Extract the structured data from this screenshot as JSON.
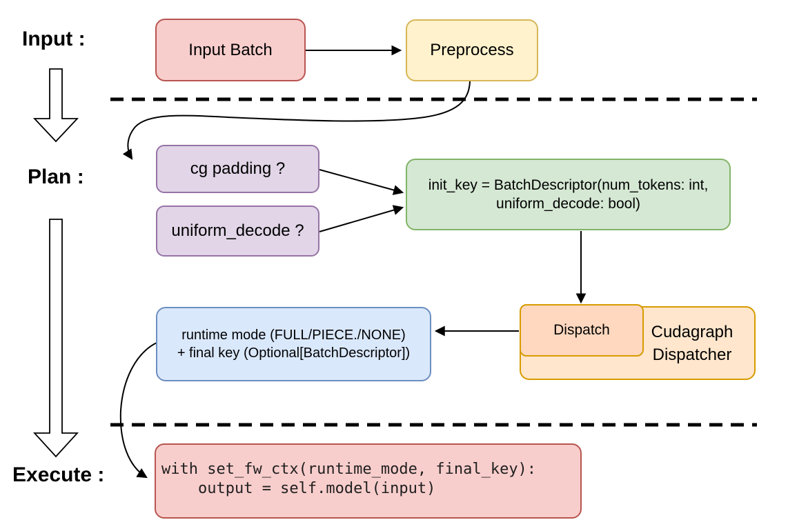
{
  "diagram": {
    "title_hint": "cudagraph dispatch pipeline",
    "stage_labels": {
      "input": "Input :",
      "plan": "Plan :",
      "execute": "Execute :"
    },
    "nodes": {
      "input_batch": {
        "label": "Input Batch",
        "fill": "#f8cecc",
        "border": "#b85450"
      },
      "preprocess": {
        "label": "Preprocess",
        "fill": "#fff2cc",
        "border": "#d6b656"
      },
      "cg_padding": {
        "label": "cg padding ?",
        "fill": "#e1d5e7",
        "border": "#9673a6"
      },
      "uniform_decode": {
        "label": "uniform_decode ?",
        "fill": "#e1d5e7",
        "border": "#9673a6"
      },
      "init_key": {
        "line1": "init_key = BatchDescriptor(num_tokens: int,",
        "line2": "uniform_decode: bool)",
        "fill": "#d5e8d4",
        "border": "#82b366"
      },
      "runtime_mode": {
        "line1": "runtime mode (FULL/PIECE./NONE)",
        "line2": "+ final key (Optional[BatchDescriptor])",
        "fill": "#dae8fc",
        "border": "#6c8ebf"
      },
      "dispatch": {
        "label": "Dispatch",
        "fill": "#ffd8bf",
        "border": "#d79b00"
      },
      "cudagraph_dispatcher": {
        "line1": "Cudagraph",
        "line2": "Dispatcher",
        "fill": "#ffe6cc",
        "border": "#d79b00"
      },
      "execute_code": {
        "line1": "with set_fw_ctx(runtime_mode, final_key):",
        "line2": "    output = self.model(input)",
        "fill": "#f8cecc",
        "border": "#b85450"
      }
    },
    "connections": [
      {
        "from": "input_batch",
        "to": "preprocess"
      },
      {
        "from": "preprocess",
        "to": "cg_padding"
      },
      {
        "from": "cg_padding",
        "to": "init_key"
      },
      {
        "from": "uniform_decode",
        "to": "init_key"
      },
      {
        "from": "init_key",
        "to": "dispatch"
      },
      {
        "from": "dispatch",
        "to": "runtime_mode"
      },
      {
        "from": "runtime_mode",
        "to": "execute_code"
      }
    ],
    "line_color": "#000000"
  }
}
